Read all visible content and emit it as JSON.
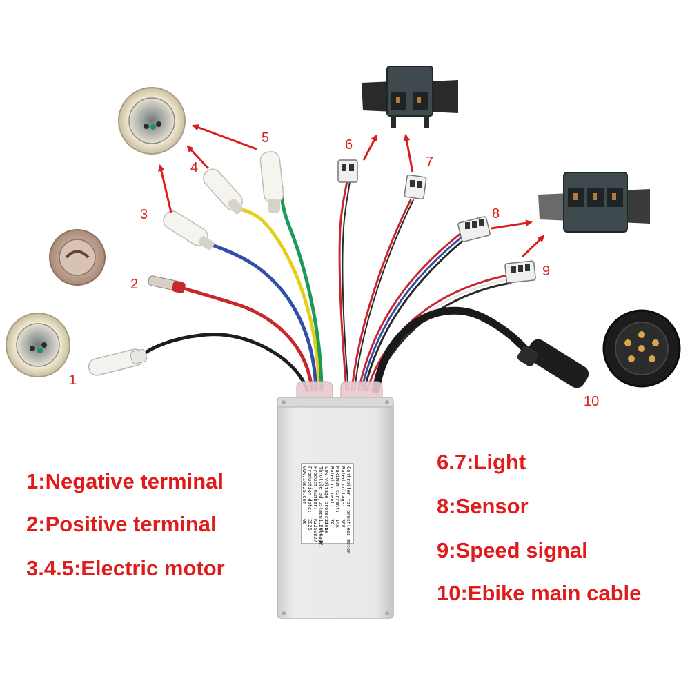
{
  "numbers": [
    "1",
    "2",
    "3",
    "4",
    "5",
    "6",
    "7",
    "8",
    "9",
    "10"
  ],
  "legend_left": [
    "1:Negative terminal",
    "2:Positive terminal",
    "3.4.5:Electric motor"
  ],
  "legend_right": [
    "6.7:Light",
    "8:Sensor",
    "9:Speed signal",
    "10:Ebike main cable"
  ],
  "controller_label": [
    "Controller for brushless motor",
    "Rated voltage:",
    "Maximum current:",
    "Rated current:",
    "Low voltage protection:",
    "Throttle adjustment voltage:",
    "Product number:",
    "Production date:",
    "www.16625.com"
  ],
  "controller_values": [
    "36V",
    "14A",
    "7A",
    "31.5V",
    "1.2V-4.4V",
    "KZ250837",
    "2025",
    "06"
  ],
  "colors": {
    "annotation": "#d81e1e",
    "wire_black": "#1e1e1e",
    "wire_red": "#c8282d",
    "wire_blue": "#2f4fa8",
    "wire_yellow": "#e6cf1c",
    "wire_green": "#1c9a5a",
    "wire_white": "#e8e8e8",
    "controller_body": "#e6e6e6"
  },
  "icons": [
    "terminal-cap-icon",
    "sm-connector-icon",
    "light-socket-icon",
    "motor-plug-icon",
    "main-cable-plug-icon",
    "controller-box-icon"
  ]
}
